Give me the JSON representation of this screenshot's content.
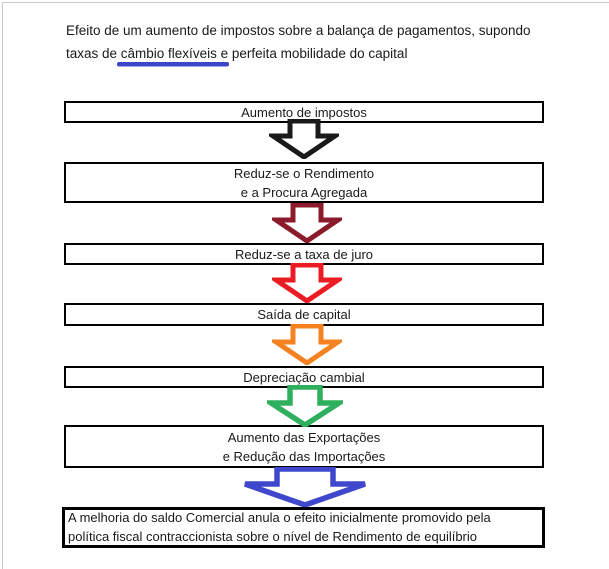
{
  "title": {
    "line1": "Efeito de um aumento de impostos sobre a balança de pagamentos, supondo",
    "line2": "taxas de câmbio flexíveis e perfeita mobilidade do capital",
    "underline_color": "#3a45c8"
  },
  "diagram": {
    "boxes": [
      {
        "lines": [
          "Aumento de impostos"
        ]
      },
      {
        "lines": [
          "Reduz-se o Rendimento",
          "e a Procura Agregada"
        ]
      },
      {
        "lines": [
          "Reduz-se a taxa de juro"
        ]
      },
      {
        "lines": [
          "Saída de capital"
        ]
      },
      {
        "lines": [
          "Depreciação cambial"
        ]
      },
      {
        "lines": [
          "Aumento das Exportações",
          "e Redução das Importações"
        ]
      },
      {
        "lines": [
          "A melhoria do saldo Comercial anula o efeito inicialmente promovido pela",
          "política fiscal contraccionista sobre o nível de Rendimento de equilíbrio"
        ]
      }
    ],
    "arrows": [
      {
        "icon": "down-arrow-icon",
        "color": "#1a1a1a"
      },
      {
        "icon": "down-arrow-icon",
        "color": "#8b1a2b"
      },
      {
        "icon": "down-arrow-icon",
        "color": "#ec1c24"
      },
      {
        "icon": "down-arrow-icon",
        "color": "#f58220"
      },
      {
        "icon": "down-arrow-icon",
        "color": "#2eaf5d"
      },
      {
        "icon": "wide-down-arrow-icon",
        "color": "#3f48cc"
      }
    ],
    "border_color": "#000000",
    "frame_color": "#c9c9c9"
  }
}
